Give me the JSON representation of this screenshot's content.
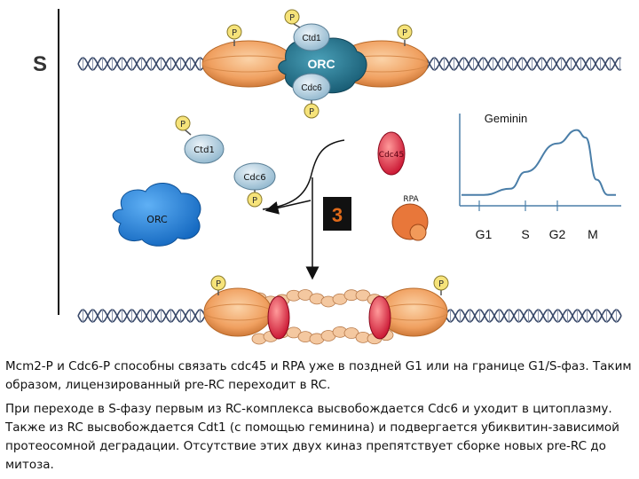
{
  "phase_label": "S",
  "complex_labels": {
    "ctd1": "Ctd1",
    "orc": "ORC",
    "cdc6": "Cdc6",
    "phosphate": "P"
  },
  "free_labels": {
    "ctd1": "Ctd1",
    "cdc6": "Cdc6",
    "orc": "ORC",
    "cdc45": "Cdc45",
    "rpa": "RPA"
  },
  "step_number": "3",
  "geminin_plot": {
    "title": "Geminin",
    "phases": [
      "G1",
      "S",
      "G2",
      "M"
    ],
    "level_by_phase": [
      0.05,
      0.35,
      0.9,
      0.05
    ]
  },
  "description": {
    "paragraph1": "Mcm2-P и Cdc6-P способны связать cdc45 и RPA уже в поздней G1 или на границе G1/S-фаз. Таким образом, лицензированный pre-RC переходит в RC.",
    "paragraph2": "При переходе в S-фазу первым из RC-комплекса высвобождается Cdc6 и уходит в цитоплазму. Также из RC высвобождается Cdt1 (с помощью геминина) и подвергается убиквитин-зависимой протеосомной деградации. Отсутствие этих двух киназ препятствует сборке новых pre-RC до митоза."
  },
  "colors": {
    "mcm_orange": "#f0a060",
    "orc_teal": "#1f6f8b",
    "ctd1_blue": "#9fc3d8",
    "phosphate_yellow": "#f6e37a",
    "cdc45_red": "#d81e2a",
    "rpa_orange": "#e8773a",
    "orc_free_blue": "#1f7fd6",
    "step_box": "#111111",
    "step_number": "#e06a1a"
  }
}
